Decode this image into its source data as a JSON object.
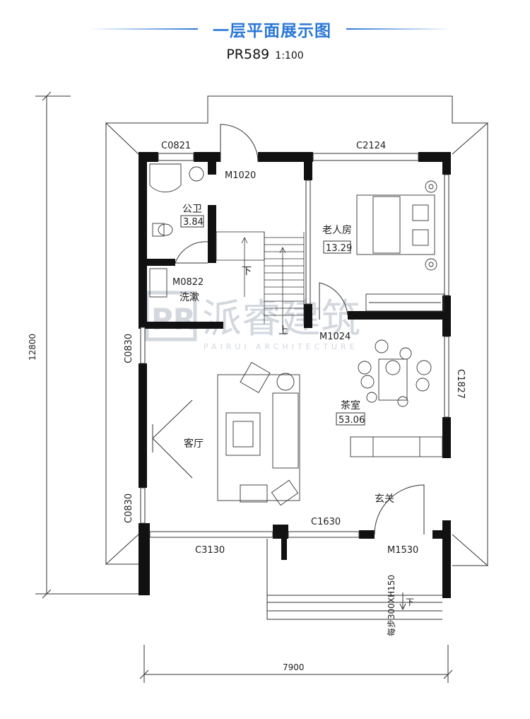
{
  "header": {
    "title": "一层平面展示图",
    "accent_color": "#2a78d6"
  },
  "plan_code": "PR589",
  "scale": "1:100",
  "rooms": {
    "bathroom": {
      "name": "公卫",
      "area": "3.84"
    },
    "laundry": {
      "name": "洗漱"
    },
    "elder_room": {
      "name": "老人房",
      "area": "13.29"
    },
    "tea_room": {
      "name": "茶室",
      "area": "53.06"
    },
    "living_room": {
      "name": "客厅"
    },
    "foyer": {
      "name": "玄关"
    }
  },
  "openings": {
    "c0821": "C0821",
    "c2124": "C2124",
    "m1020": "M1020",
    "m0822": "M0822",
    "m1024": "M1024",
    "c0830_top": "C0830",
    "c0830_bottom": "C0830",
    "c1827": "C1827",
    "c1630": "C1630",
    "c3130": "C3130",
    "m1530": "M1530"
  },
  "stairs": {
    "down": "下",
    "up": "上"
  },
  "step_note": {
    "text": "每步300XH150",
    "dir": "下"
  },
  "dimensions": {
    "height": "12800",
    "width": "7900"
  },
  "watermark": {
    "cn": "派睿建筑",
    "en": "PAIRUI ARCHITECTURE",
    "logo": "PR"
  }
}
